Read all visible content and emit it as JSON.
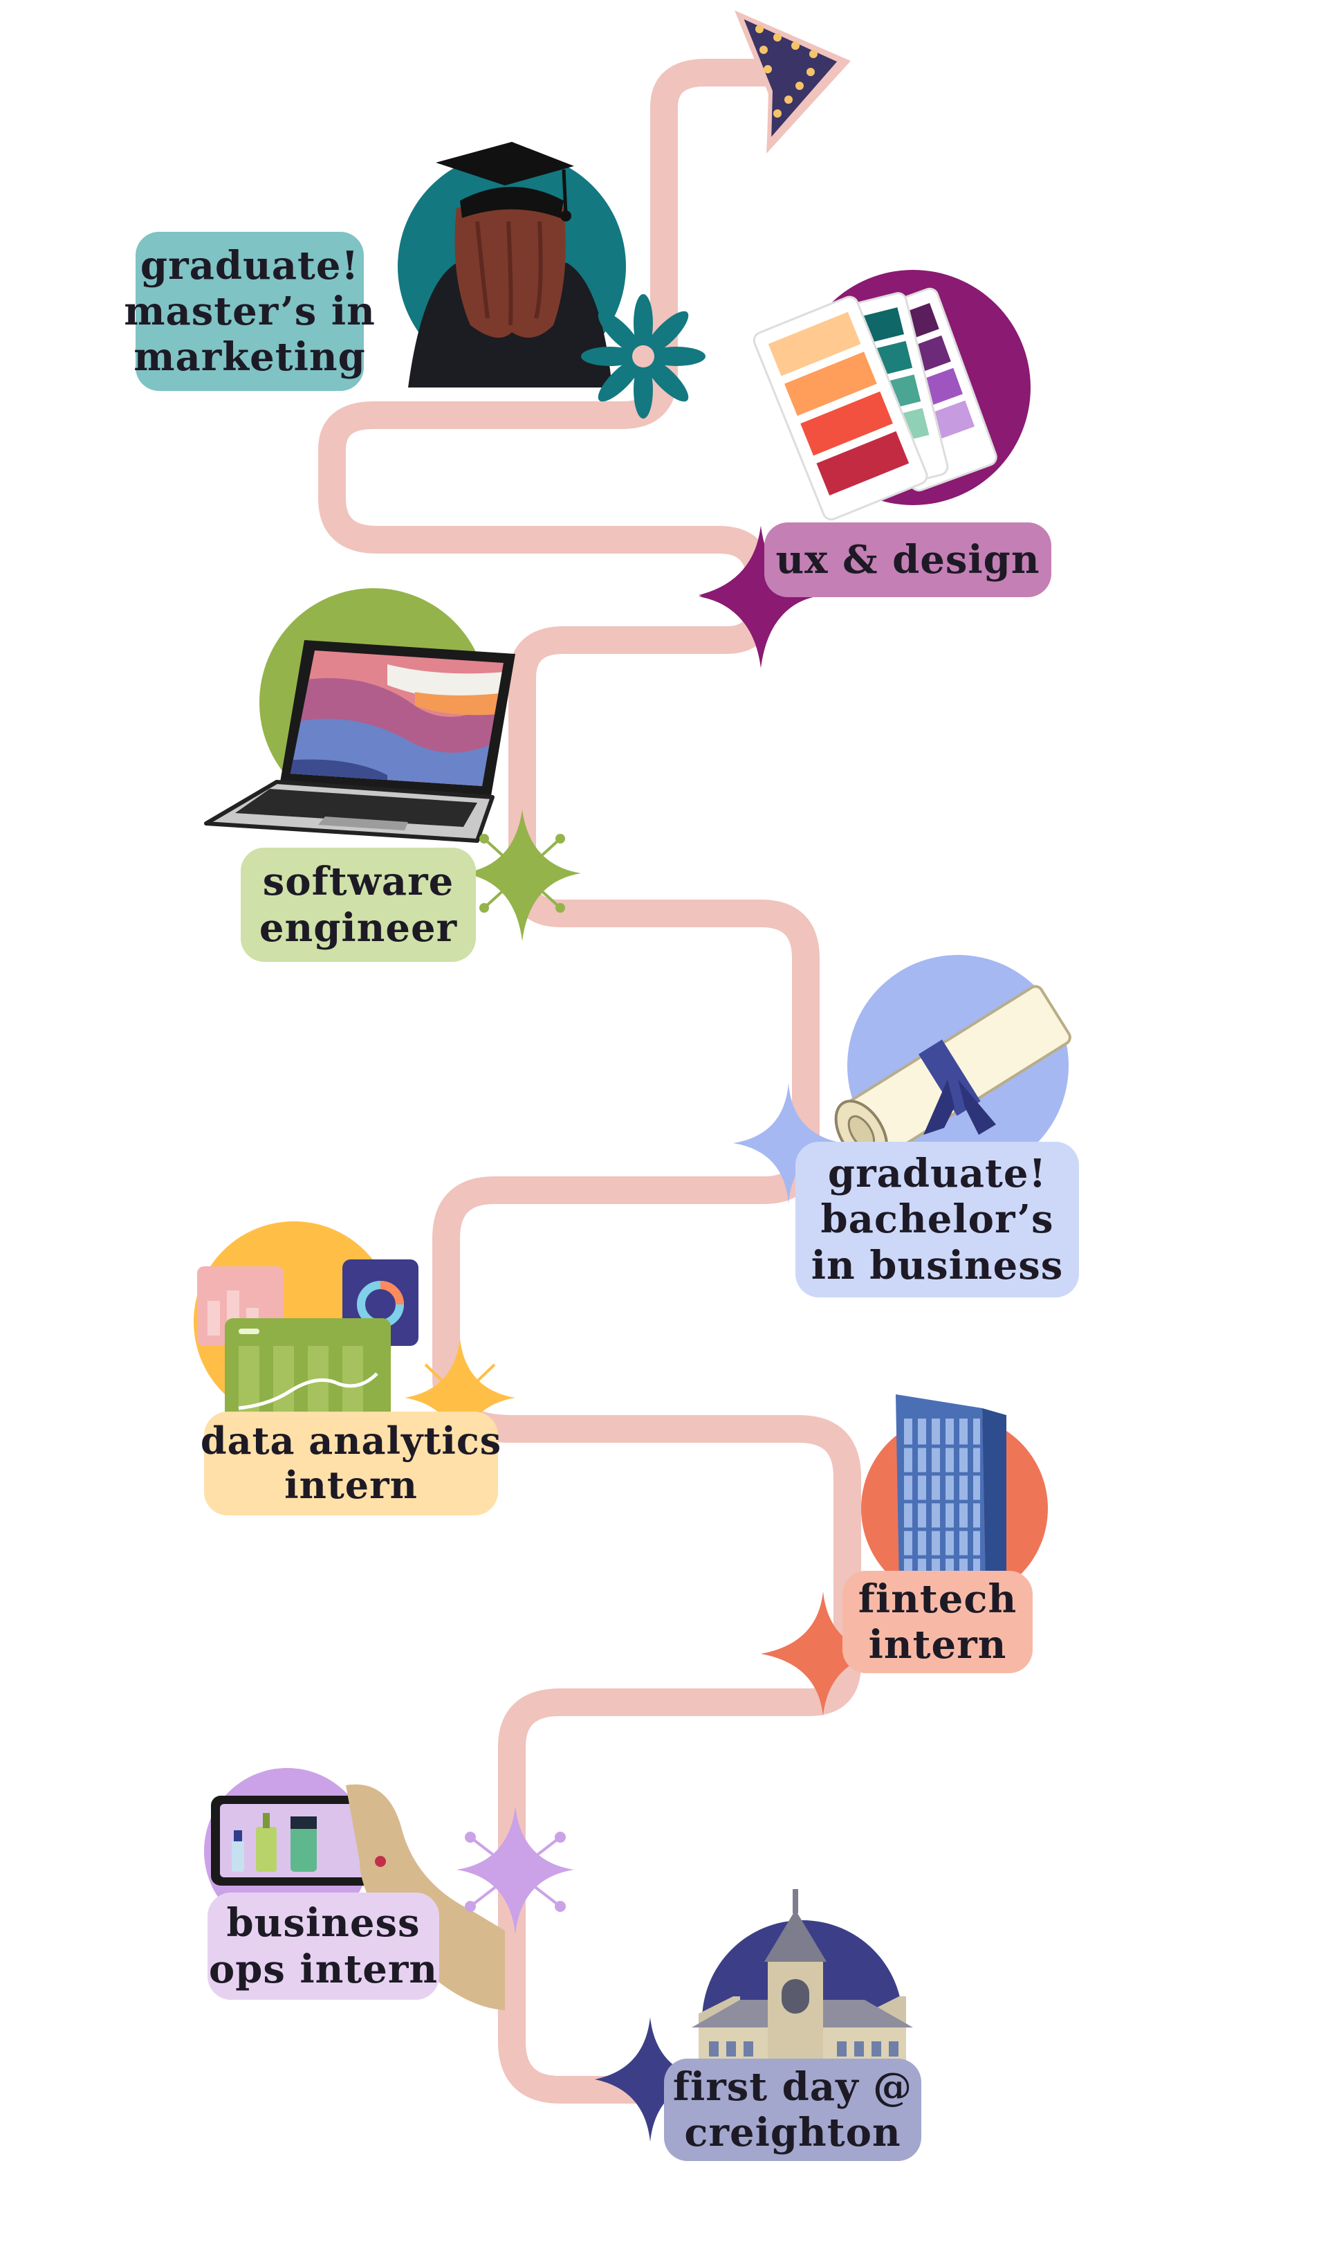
{
  "milestones": [
    {
      "lines": [
        "graduate!",
        "master’s in",
        "marketing"
      ],
      "icon": "graduation-cap-student-icon",
      "color": "#7fc3c4",
      "accent": "#137880"
    },
    {
      "lines": [
        "ux & design"
      ],
      "icon": "color-swatch-palette-icon",
      "color": "#c47fb4",
      "accent": "#8a1a72"
    },
    {
      "lines": [
        "software",
        "engineer"
      ],
      "icon": "laptop-icon",
      "color": "#cfe0a8",
      "accent": "#94b34a"
    },
    {
      "lines": [
        "graduate!",
        "bachelor’s",
        "in business"
      ],
      "icon": "diploma-scroll-icon",
      "color": "#cdd8f8",
      "accent": "#a5b8f2"
    },
    {
      "lines": [
        "data analytics",
        "intern"
      ],
      "icon": "analytics-dashboard-icon",
      "color": "#ffe0a8",
      "accent": "#ffbf47"
    },
    {
      "lines": [
        "fintech",
        "intern"
      ],
      "icon": "office-skyscraper-icon",
      "color": "#f7b9a6",
      "accent": "#ef7557"
    },
    {
      "lines": [
        "business",
        "ops intern"
      ],
      "icon": "phone-product-photo-icon",
      "color": "#e6d2f0",
      "accent": "#cba2e8"
    },
    {
      "lines": [
        "first day @",
        "creighton"
      ],
      "icon": "university-building-icon",
      "color": "#a3a7cd",
      "accent": "#3c3f87"
    }
  ],
  "path_color": "#f0c3bd",
  "arrow_icon": "finish-arrow-icon"
}
